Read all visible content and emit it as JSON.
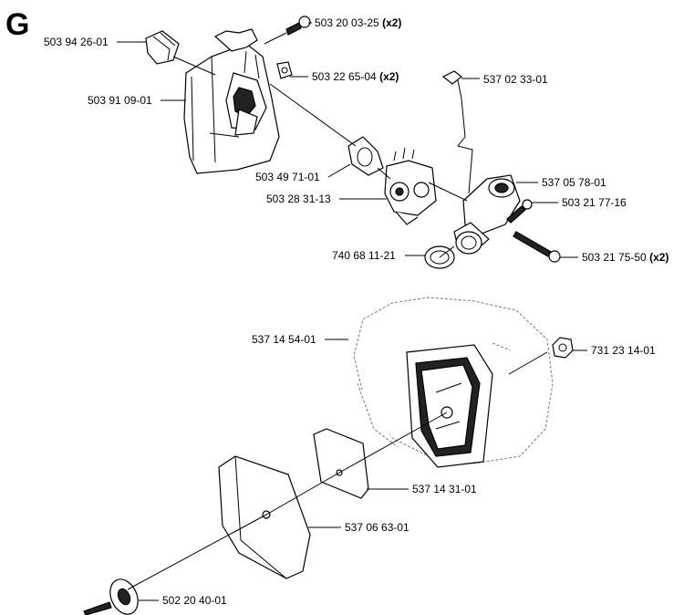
{
  "section_letter": "G",
  "callouts": [
    {
      "id": "spacer",
      "part": "503 94 26-01",
      "qty": ""
    },
    {
      "id": "screw-top",
      "part": "503 20 03-25",
      "qty": "(x2)"
    },
    {
      "id": "nut-square",
      "part": "503 22 65-04",
      "qty": "(x2)"
    },
    {
      "id": "throttle-rod",
      "part": "537 02 33-01",
      "qty": ""
    },
    {
      "id": "air-filter-housing",
      "part": "503 91 09-01",
      "qty": ""
    },
    {
      "id": "gasket",
      "part": "503 49 71-01",
      "qty": ""
    },
    {
      "id": "carburetor",
      "part": "503 28 31-13",
      "qty": ""
    },
    {
      "id": "intake-adapter",
      "part": "537 05 78-01",
      "qty": ""
    },
    {
      "id": "screw-small",
      "part": "503 21 77-16",
      "qty": ""
    },
    {
      "id": "ring",
      "part": "740 68 11-21",
      "qty": ""
    },
    {
      "id": "screw-long",
      "part": "503 21 75-50",
      "qty": "(x2)"
    },
    {
      "id": "filter-holder",
      "part": "537 14 54-01",
      "qty": ""
    },
    {
      "id": "nut-hex",
      "part": "731 23 14-01",
      "qty": ""
    },
    {
      "id": "filter-element",
      "part": "537 14 31-01",
      "qty": ""
    },
    {
      "id": "filter-cover",
      "part": "537 06 63-01",
      "qty": ""
    },
    {
      "id": "knob",
      "part": "502 20 40-01",
      "qty": ""
    }
  ]
}
